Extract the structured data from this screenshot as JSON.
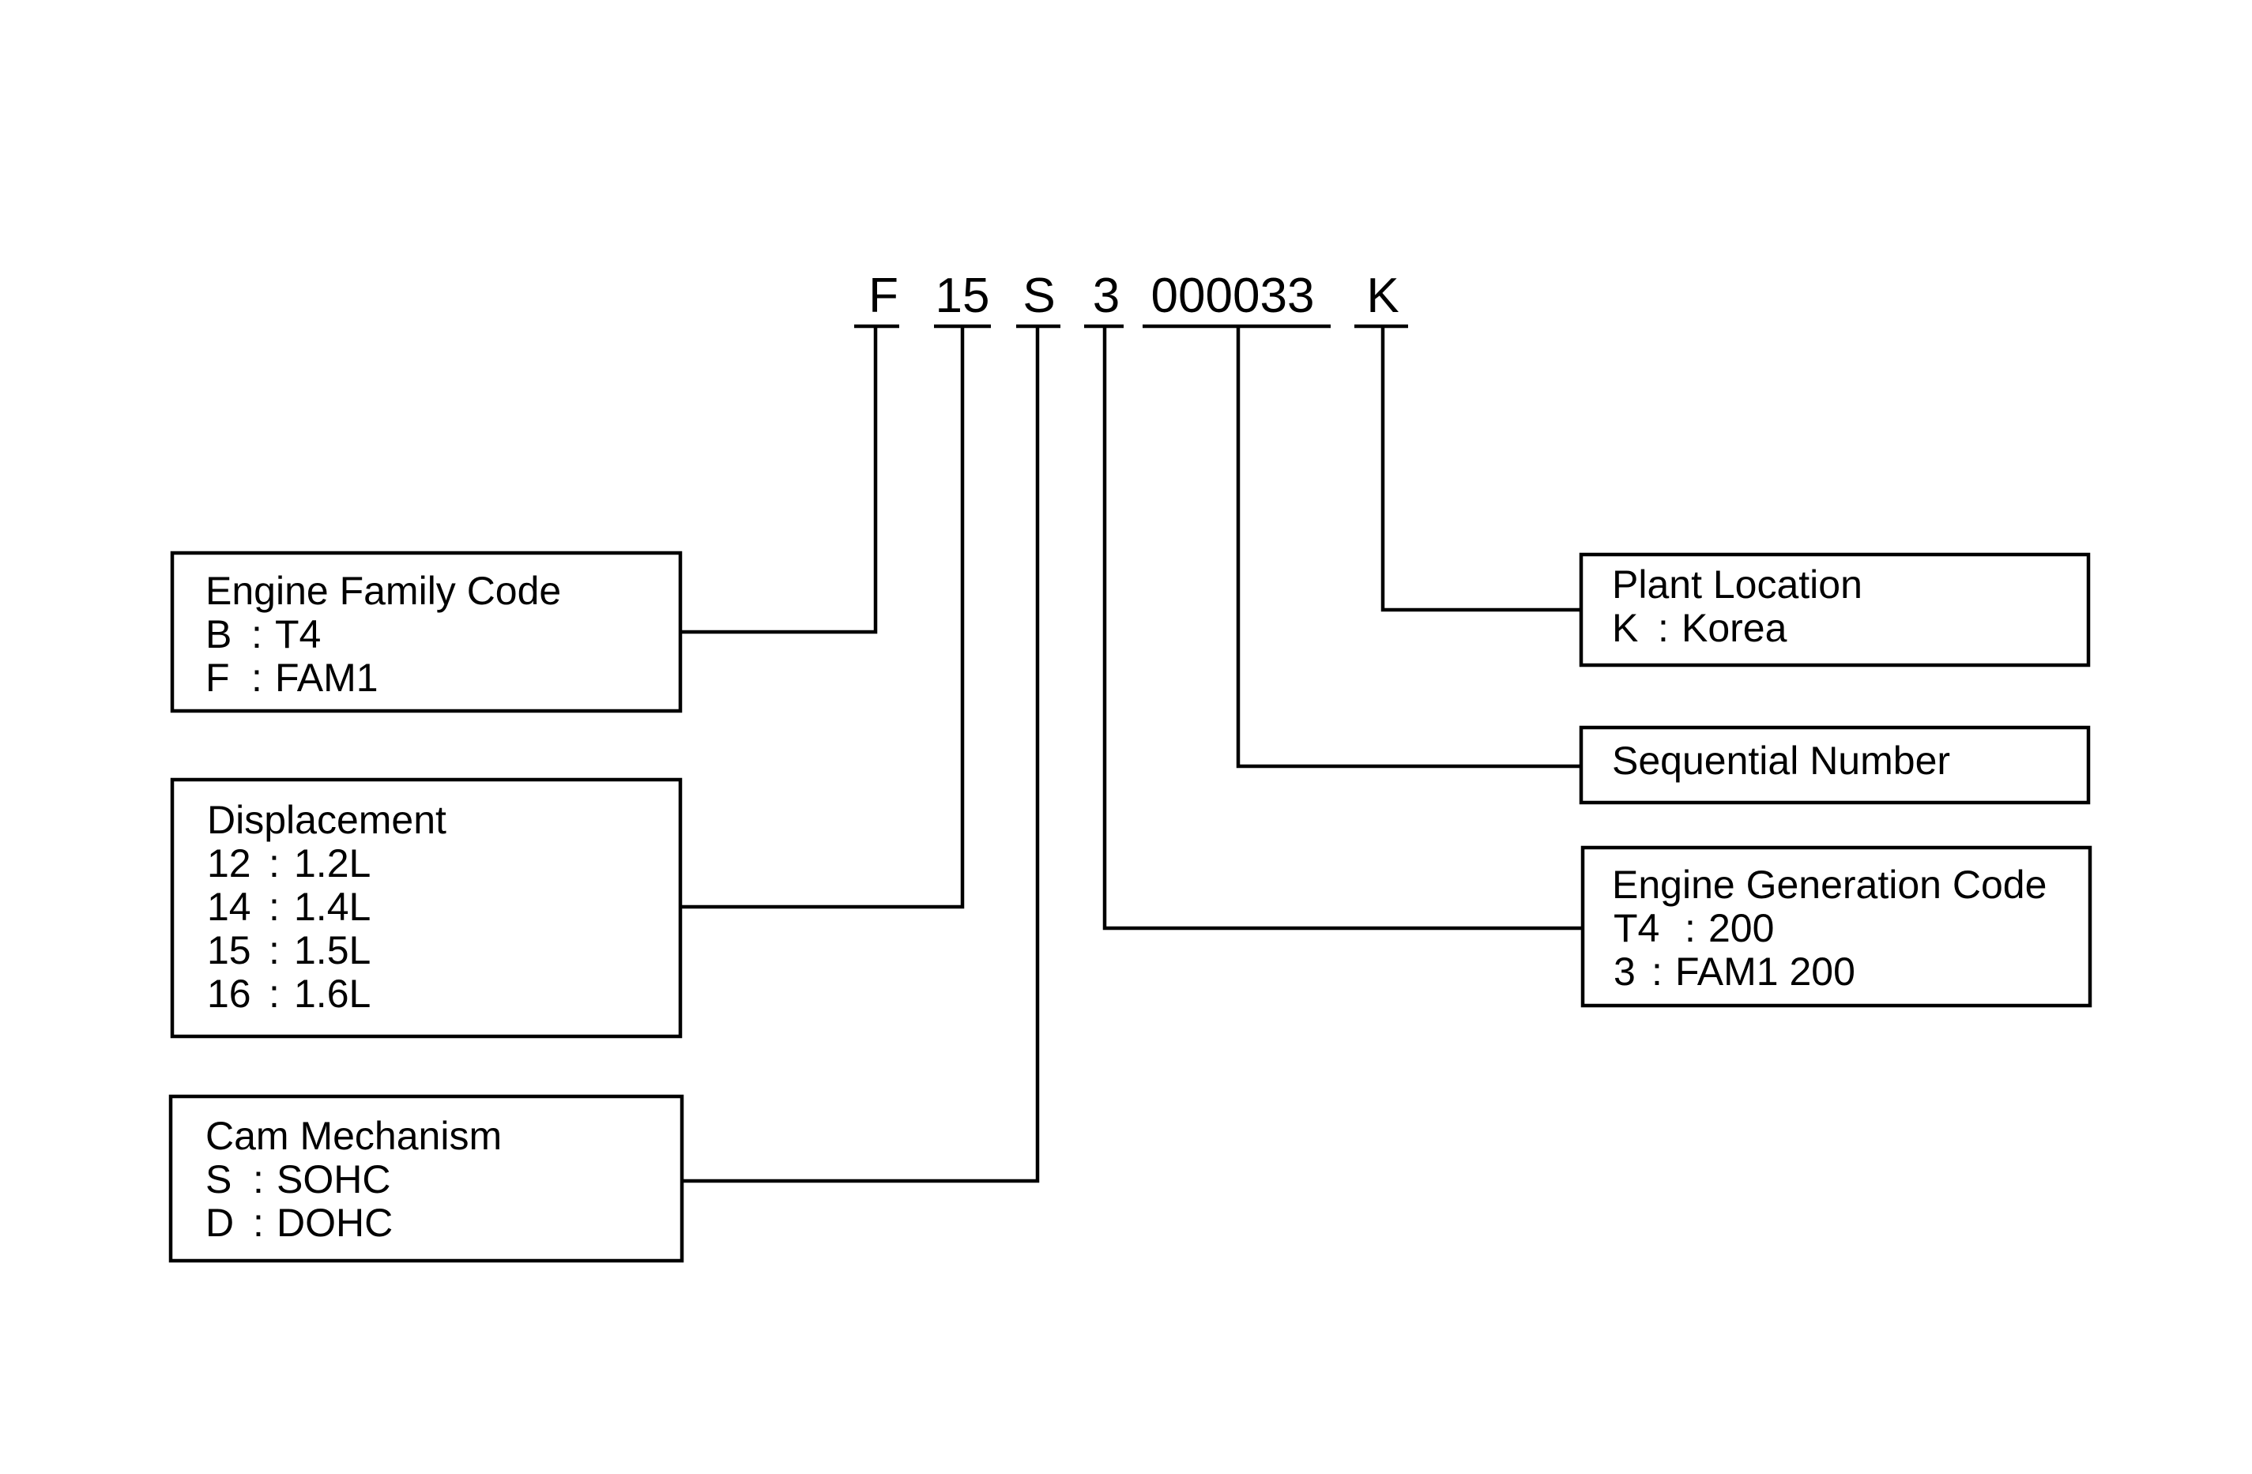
{
  "code_segments": [
    {
      "id": "family",
      "text": "F"
    },
    {
      "id": "displacement",
      "text": "15"
    },
    {
      "id": "cam",
      "text": "S"
    },
    {
      "id": "generation",
      "text": "3"
    },
    {
      "id": "sequential",
      "text": "000033"
    },
    {
      "id": "plant",
      "text": "K"
    }
  ],
  "boxes": {
    "family": {
      "title": "Engine Family Code",
      "entries": [
        {
          "key": "B",
          "value": "T4"
        },
        {
          "key": "F",
          "value": "FAM1"
        }
      ]
    },
    "displacement": {
      "title": "Displacement",
      "entries": [
        {
          "key": "12",
          "value": "1.2L"
        },
        {
          "key": "14",
          "value": "1.4L"
        },
        {
          "key": "15",
          "value": "1.5L"
        },
        {
          "key": "16",
          "value": "1.6L"
        }
      ]
    },
    "cam": {
      "title": "Cam Mechanism",
      "entries": [
        {
          "key": "S",
          "value": "SOHC"
        },
        {
          "key": "D",
          "value": "DOHC"
        }
      ]
    },
    "plant": {
      "title": "Plant Location",
      "entries": [
        {
          "key": "K",
          "value": "Korea"
        }
      ]
    },
    "sequential": {
      "title": "Sequential Number",
      "entries": []
    },
    "generation": {
      "title": "Engine Generation Code",
      "entries": [
        {
          "key": "T4",
          "value": "200"
        },
        {
          "key": "3",
          "value": "FAM1 200"
        }
      ]
    }
  }
}
